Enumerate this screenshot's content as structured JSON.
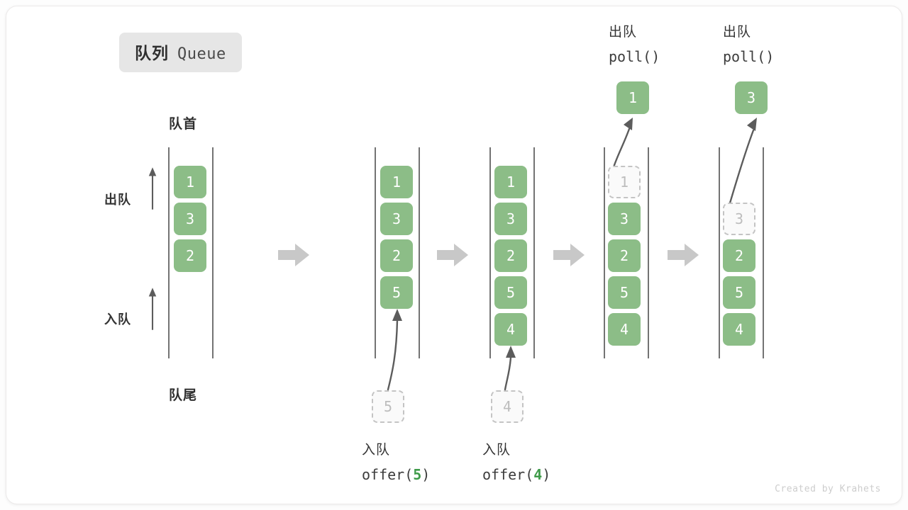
{
  "title": {
    "cn": "队列",
    "en": "Queue"
  },
  "labels": {
    "head": "队首",
    "tail": "队尾",
    "dequeue": "出队",
    "enqueue": "入队"
  },
  "credit": "Created by Krahets",
  "colors": {
    "box_fill": "#8cbd87",
    "box_text": "#ffffff",
    "ghost_fill": "#fafafa",
    "ghost_border": "#c4c4c4",
    "ghost_text": "#bdbdbd",
    "rail": "#5a5a5a",
    "sep_arrow": "#c8c8c8",
    "motion_arrow": "#5c5c5c",
    "accent_green": "#3f9b4a",
    "chip_bg": "#e6e6e6",
    "card_bg": "#ffffff"
  },
  "stages": [
    {
      "id": "initial",
      "items": [
        "1",
        "3",
        "2"
      ],
      "ghost_index": null,
      "op_title": "",
      "op_code": "",
      "incoming": null,
      "outgoing": null
    },
    {
      "id": "offer-5",
      "items": [
        "1",
        "3",
        "2",
        "5"
      ],
      "ghost_index": null,
      "op_title": "入队",
      "op_code_prefix": "offer(",
      "op_code_value": "5",
      "op_code_suffix": ")",
      "incoming": "5",
      "outgoing": null
    },
    {
      "id": "offer-4",
      "items": [
        "1",
        "3",
        "2",
        "5",
        "4"
      ],
      "ghost_index": null,
      "op_title": "入队",
      "op_code_prefix": "offer(",
      "op_code_value": "4",
      "op_code_suffix": ")",
      "incoming": "4",
      "outgoing": null
    },
    {
      "id": "poll-1",
      "items": [
        "1",
        "3",
        "2",
        "5",
        "4"
      ],
      "ghost_index": 0,
      "op_title": "出队",
      "op_code_prefix": "poll(",
      "op_code_value": "",
      "op_code_suffix": ")",
      "incoming": null,
      "outgoing": "1"
    },
    {
      "id": "poll-3",
      "items": [
        "",
        "3",
        "2",
        "5",
        "4"
      ],
      "ghost_index": 1,
      "op_title": "出队",
      "op_code_prefix": "poll(",
      "op_code_value": "",
      "op_code_suffix": ")",
      "incoming": null,
      "outgoing": "3"
    }
  ],
  "icons": {
    "separator": "right-block-arrow",
    "enqueue_dir": "up-arrow",
    "dequeue_dir": "up-arrow"
  }
}
